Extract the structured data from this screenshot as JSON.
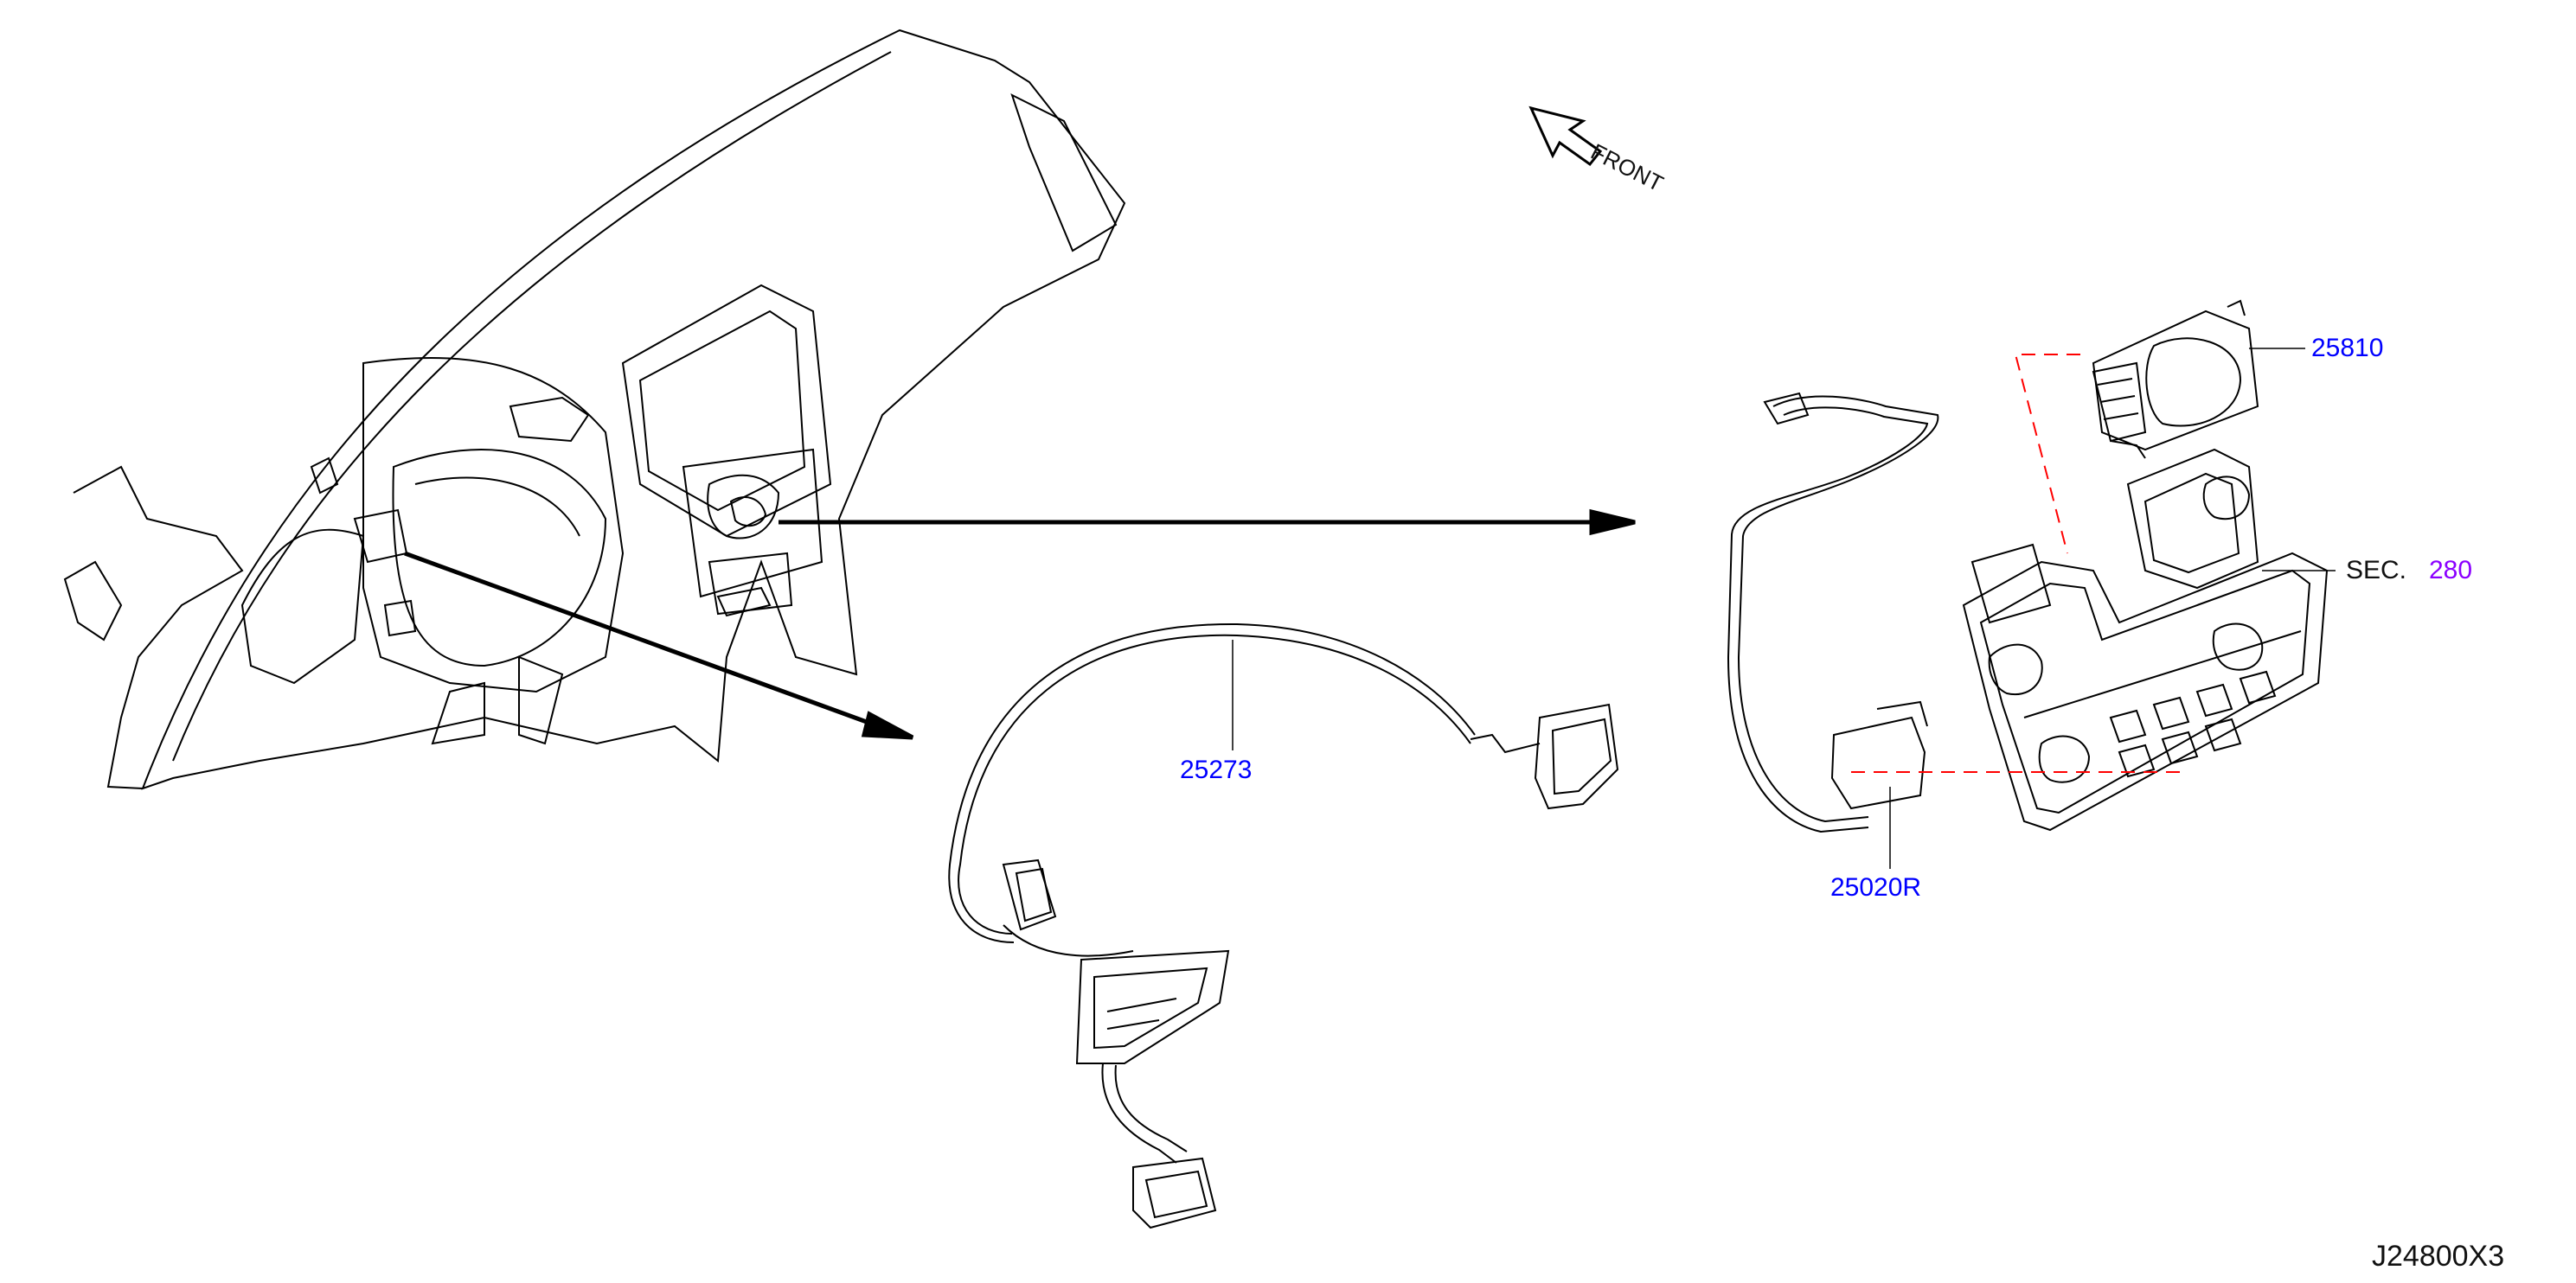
{
  "diagram": {
    "front_label": "FRONT",
    "callouts": [
      {
        "id": "25810",
        "text": "25810"
      },
      {
        "id": "sec-prefix",
        "text": "SEC."
      },
      {
        "id": "sec-number",
        "text": "280"
      },
      {
        "id": "25273",
        "text": "25273"
      },
      {
        "id": "25020R",
        "text": "25020R"
      }
    ],
    "drawing_code": "J24800X3",
    "colors": {
      "line": "#000000",
      "callout_blue": "#0000ff",
      "section_purple": "#8b00ff",
      "hidden_line_red": "#ff0000"
    }
  }
}
